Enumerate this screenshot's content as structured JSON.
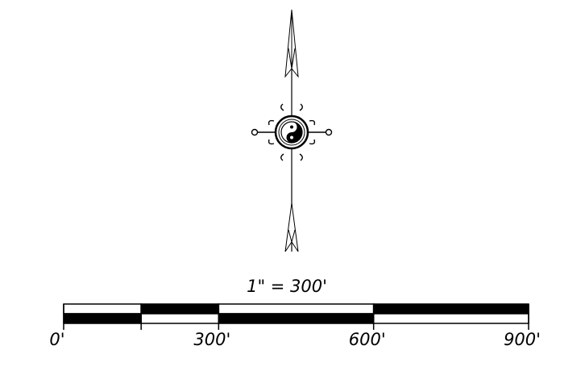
{
  "map_elements": {
    "north_arrow": {
      "icon": "yin-yang-compass-rose-icon"
    },
    "scale": {
      "text": "1\" = 300'",
      "ticks": [
        "0'",
        "300'",
        "600'",
        "900'"
      ],
      "units_per_inch": 300,
      "max_value": 900
    }
  },
  "colors": {
    "ink": "#000000",
    "paper": "#ffffff"
  }
}
